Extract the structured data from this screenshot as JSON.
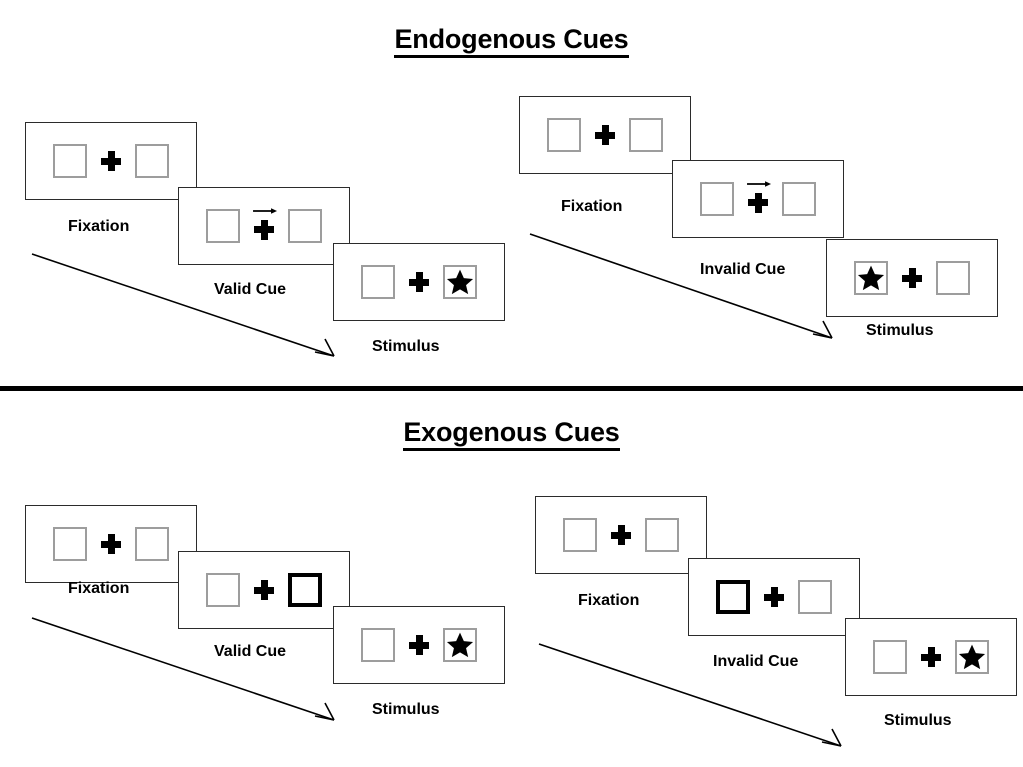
{
  "sections": [
    {
      "id": "endogenous",
      "title": "Endogenous Cues",
      "groups": [
        {
          "id": "endogenous-valid",
          "panels": [
            {
              "stage_label": "Fixation",
              "left_box": "empty",
              "right_box": "empty",
              "cue_arrow": "none",
              "center": "fixation-plus"
            },
            {
              "stage_label": "Valid Cue",
              "left_box": "empty",
              "right_box": "empty",
              "cue_arrow": "right",
              "center": "fixation-plus"
            },
            {
              "stage_label": "Stimulus",
              "left_box": "empty",
              "right_box": "star",
              "cue_arrow": "none",
              "center": "fixation-plus"
            }
          ]
        },
        {
          "id": "endogenous-invalid",
          "panels": [
            {
              "stage_label": "Fixation",
              "left_box": "empty",
              "right_box": "empty",
              "cue_arrow": "none",
              "center": "fixation-plus"
            },
            {
              "stage_label": "Invalid Cue",
              "left_box": "empty",
              "right_box": "empty",
              "cue_arrow": "right",
              "center": "fixation-plus"
            },
            {
              "stage_label": "Stimulus",
              "left_box": "star",
              "right_box": "empty",
              "cue_arrow": "none",
              "center": "fixation-plus"
            }
          ]
        }
      ]
    },
    {
      "id": "exogenous",
      "title": "Exogenous Cues",
      "groups": [
        {
          "id": "exogenous-valid",
          "panels": [
            {
              "stage_label": "Fixation",
              "left_box": "empty",
              "right_box": "empty",
              "cue_arrow": "none",
              "center": "fixation-plus"
            },
            {
              "stage_label": "Valid Cue",
              "left_box": "empty",
              "right_box": "cued",
              "cue_arrow": "none",
              "center": "fixation-plus"
            },
            {
              "stage_label": "Stimulus",
              "left_box": "empty",
              "right_box": "star",
              "cue_arrow": "none",
              "center": "fixation-plus"
            }
          ]
        },
        {
          "id": "exogenous-invalid",
          "panels": [
            {
              "stage_label": "Fixation",
              "left_box": "empty",
              "right_box": "empty",
              "cue_arrow": "none",
              "center": "fixation-plus"
            },
            {
              "stage_label": "Invalid Cue",
              "left_box": "cued",
              "right_box": "empty",
              "cue_arrow": "none",
              "center": "fixation-plus"
            },
            {
              "stage_label": "Stimulus",
              "left_box": "empty",
              "right_box": "star",
              "cue_arrow": "none",
              "center": "fixation-plus"
            }
          ]
        }
      ]
    }
  ],
  "colors": {
    "box_outline": "#9d9d9d",
    "cued_outline": "#000000",
    "panel_outline": "#2b2b2b",
    "divider": "#000000",
    "text": "#000000",
    "background": "#ffffff"
  },
  "icons": {
    "fixation_plus": "fixation-plus-icon",
    "star": "star-icon",
    "cue_arrow_right": "arrow-right-icon",
    "time_arrow": "time-arrow-icon"
  }
}
